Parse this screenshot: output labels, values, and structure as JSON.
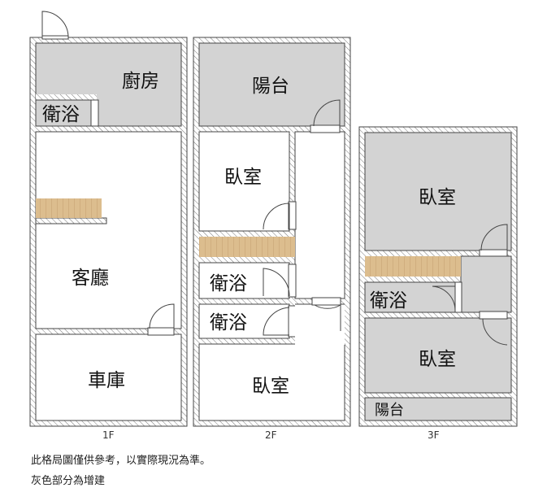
{
  "colors": {
    "addition_gray": "#d3d3d3",
    "stairs": "#dcbd8e",
    "wall_hatch": "#666666"
  },
  "floors": [
    {
      "label": "1F",
      "rooms": {
        "kitchen": "廚房",
        "bath": "衛浴",
        "living": "客廳",
        "garage": "車庫"
      }
    },
    {
      "label": "2F",
      "rooms": {
        "balcony": "陽台",
        "bedroom_top": "臥室",
        "bath1": "衛浴",
        "bath2": "衛浴",
        "bedroom_bottom": "臥室"
      }
    },
    {
      "label": "3F",
      "rooms": {
        "bedroom_top": "臥室",
        "bath": "衛浴",
        "bedroom_bottom": "臥室",
        "balcony": "陽台"
      }
    }
  ],
  "notes": {
    "disclaimer": "此格局圖僅供參考，以實際現況為準。",
    "legend": "灰色部分為增建"
  }
}
